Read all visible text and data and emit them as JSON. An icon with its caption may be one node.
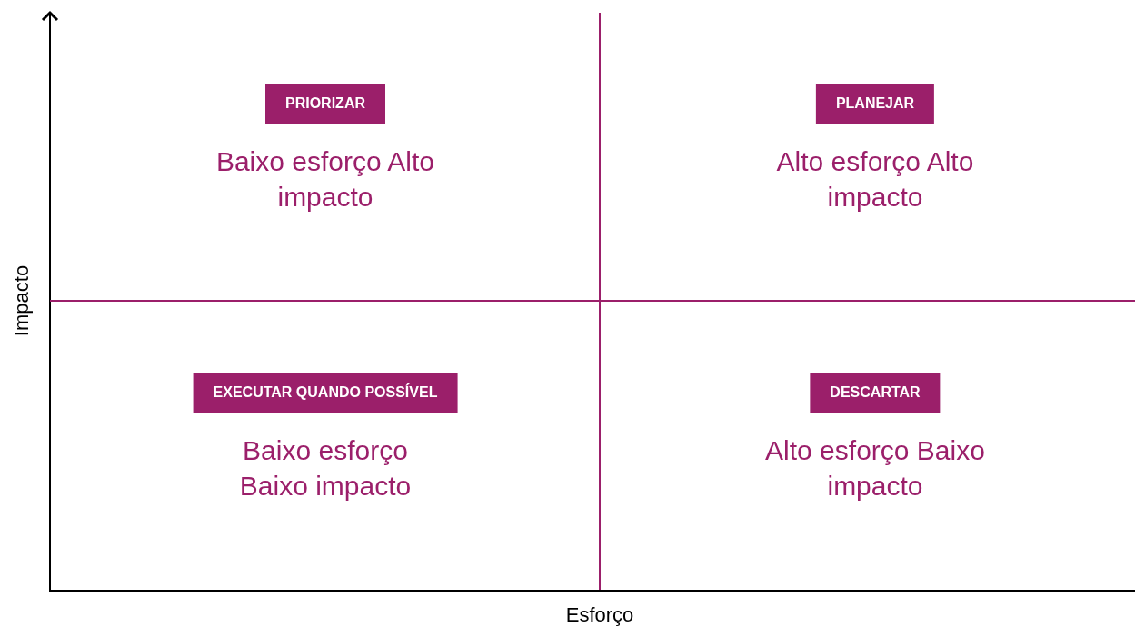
{
  "diagram": {
    "nodes": [
      {
        "text": [
          "PRIORIZAR"
        ],
        "beside": [
          "Baixo esforço Alto impacto"
        ]
      },
      {
        "text": [
          "PLANEJAR"
        ],
        "beside": [
          "Alto esforço Alto impacto"
        ]
      },
      {
        "text": [
          "EXECUTAR QUANDO POSSÍVEL"
        ],
        "beside": [
          "Baixo esforço Baixo impacto"
        ]
      },
      {
        "text": [
          "DESCARTAR"
        ],
        "beside": [
          "Alto esforço Baixo impacto"
        ]
      }
    ],
    "edges": [],
    "labels": [
      "Impacto",
      "Esforço"
    ]
  }
}
